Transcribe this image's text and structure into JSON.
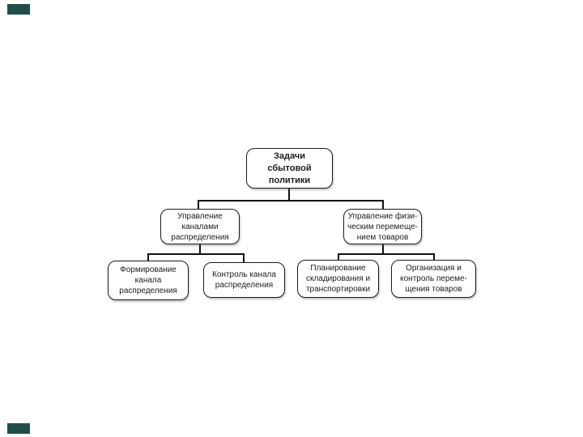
{
  "slide": {
    "background_color": "#ffffff",
    "accent_color": "#1f4e4a",
    "line_color": "#111111",
    "text_color": "#1c1c1c"
  },
  "diagram": {
    "type": "hierarchy",
    "root": {
      "label": "Задачи сбытовой политики",
      "lines": [
        "Задачи",
        "сбытовой",
        "политики"
      ]
    },
    "level2": [
      {
        "label": "Управление каналами распределения",
        "lines": [
          "Управление",
          "каналами",
          "распределения"
        ]
      },
      {
        "label": "Управление физическим перемещением товаров",
        "lines": [
          "Управление физи-",
          "ческим перемеще-",
          "нием товаров"
        ]
      }
    ],
    "level3": [
      {
        "label": "Формирование канала распределения",
        "lines": [
          "Формирование",
          "канала",
          "распределения"
        ]
      },
      {
        "label": "Контроль канала распределения",
        "lines": [
          "Контроль канала",
          "распределения"
        ]
      },
      {
        "label": "Планирование складирования и транспортировки",
        "lines": [
          "Планирование",
          "складирования и",
          "транспортировки"
        ]
      },
      {
        "label": "Организация и контроль перемещения товаров",
        "lines": [
          "Организация и",
          "контроль переме-",
          "щения товаров"
        ]
      }
    ]
  }
}
